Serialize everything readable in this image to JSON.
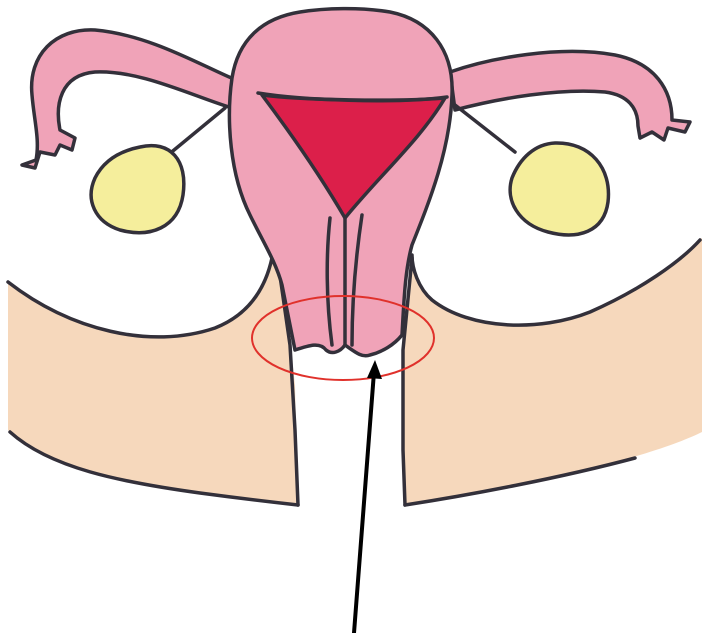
{
  "figure": {
    "labels": [],
    "colors": {
      "background": "#ffffff",
      "tissue": "#f6d8bc",
      "organ": "#f0a3b8",
      "cavity": "#dc1f4a",
      "ovary": "#f5ee9c",
      "outline": "#33303a",
      "highlight_circle": "#e0312b",
      "arrow": "#000000"
    },
    "highlight": {
      "shape": "ellipse",
      "target": "cervix"
    },
    "arrow": {
      "direction": "up",
      "points_to": "highlight"
    }
  }
}
